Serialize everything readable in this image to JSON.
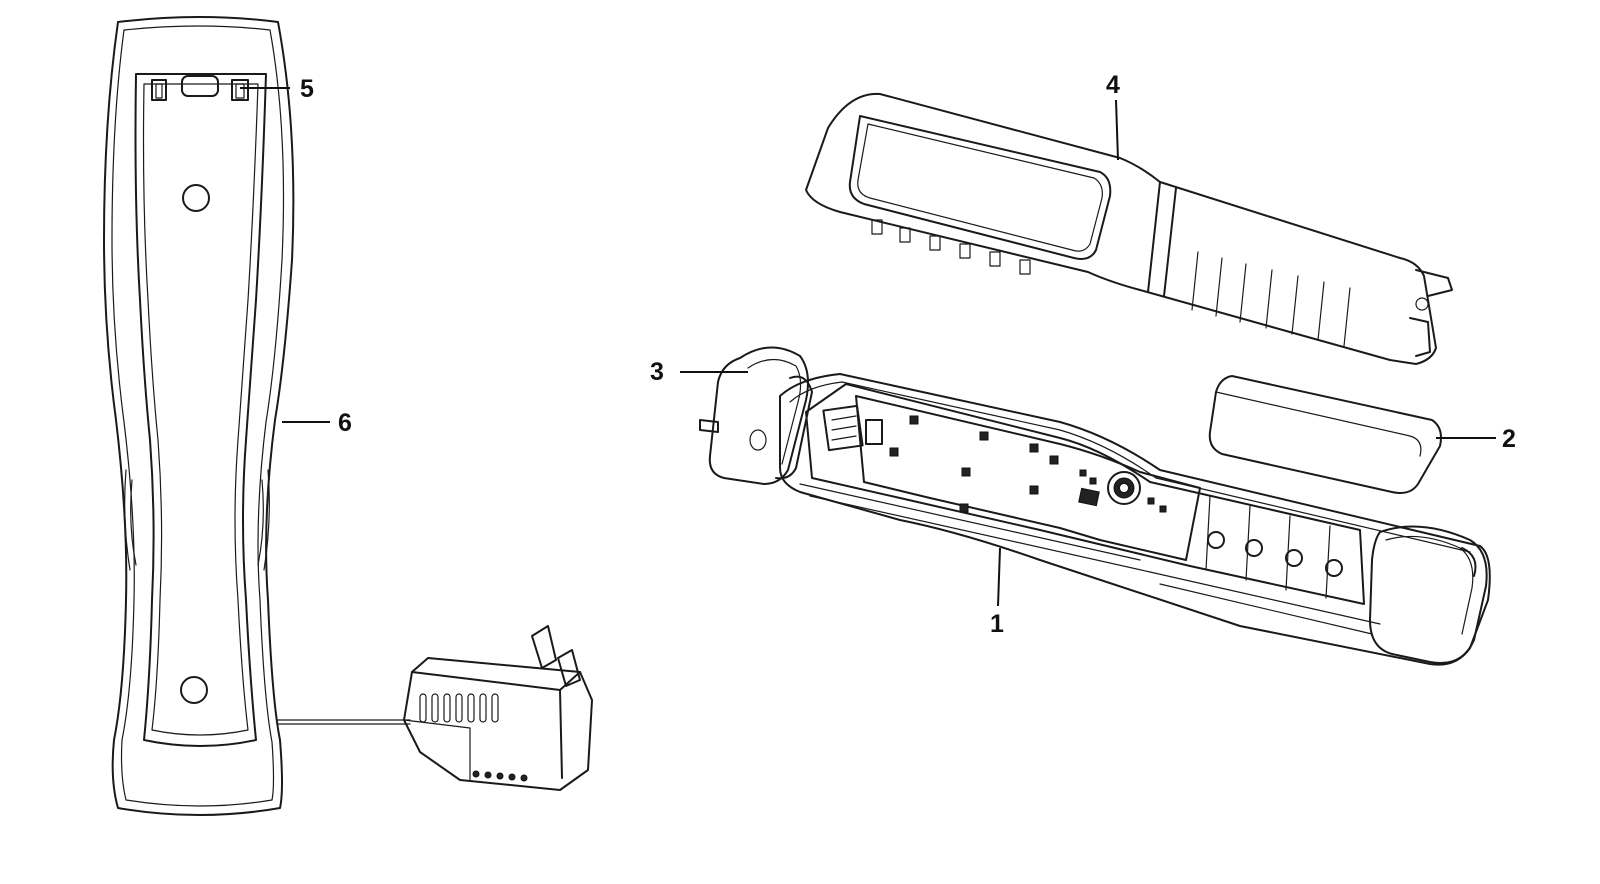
{
  "labels": {
    "l1": "1",
    "l2": "2",
    "l3": "3",
    "l4": "4",
    "l5": "5",
    "l6": "6"
  },
  "colors": {
    "line": "#1a1a1a",
    "background": "#ffffff"
  }
}
